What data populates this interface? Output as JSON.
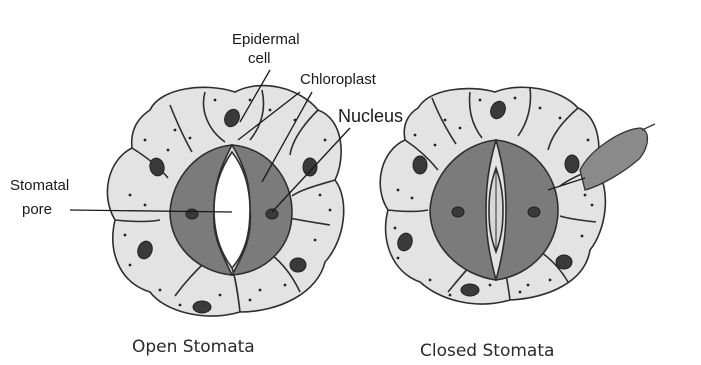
{
  "labels": {
    "epidermal_cell_line1": "Epidermal",
    "epidermal_cell_line2": "cell",
    "chloroplast": "Chloroplast",
    "nucleus": "Nucleus",
    "stomatal_pore_line1": "Stomatal",
    "stomatal_pore_line2": "pore"
  },
  "captions": {
    "open": "Open Stomata",
    "closed": "Closed Stomata"
  }
}
